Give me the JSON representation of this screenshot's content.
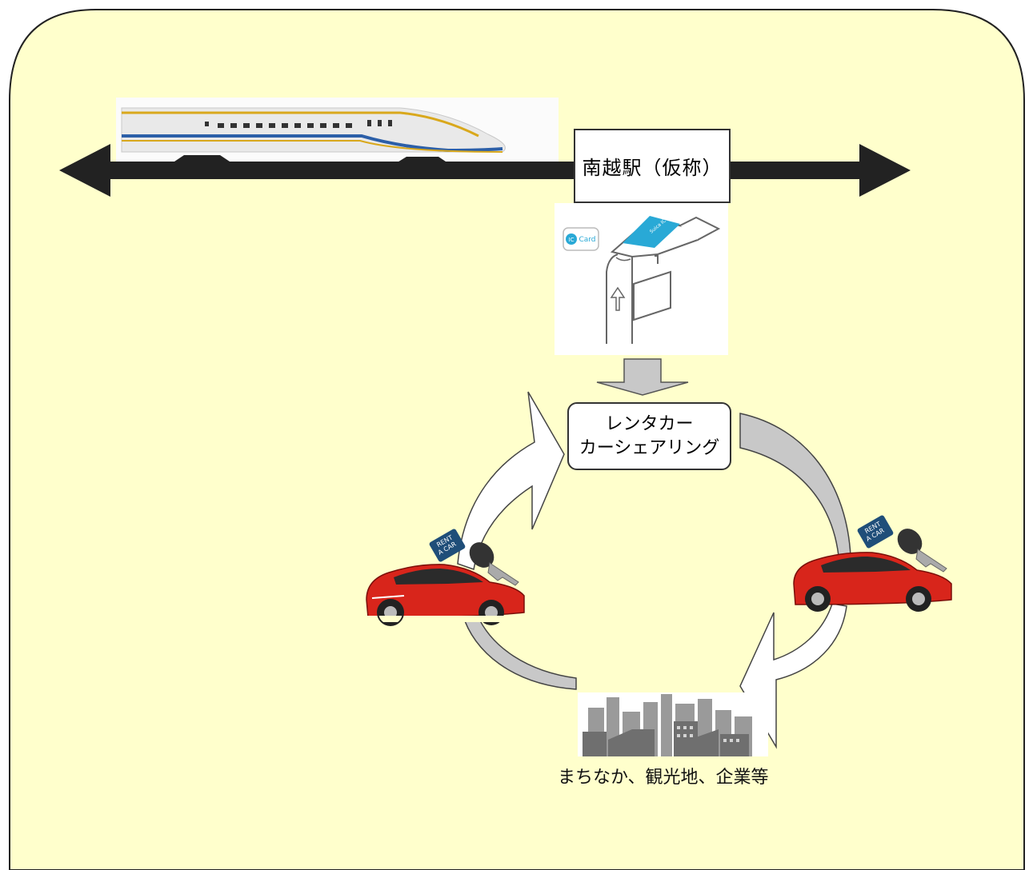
{
  "station": {
    "label": "南越駅（仮称）"
  },
  "hub": {
    "line1": "レンタカー",
    "line2": "カーシェアリング"
  },
  "destination": {
    "label": "まちなか、観光地、企業等"
  },
  "ic_card": {
    "badge_ic": "IC",
    "badge_card": "Card",
    "card_text": "Suica IC Card"
  },
  "rent_tag": {
    "line1": "RENT",
    "line2": "A CAR"
  },
  "colors": {
    "background": "#FFFFCC",
    "arrow_white": "#FFFFFF",
    "arrow_gray": "#C8C8C8",
    "car_red": "#D8251B",
    "rail": "#222222",
    "ic_blue": "#29A9D6",
    "tag_navy": "#1F4E79"
  },
  "icons": [
    "shinkansen-icon",
    "ic-card-gate-icon",
    "car-icon",
    "rental-key-icon",
    "city-skyline-icon"
  ]
}
